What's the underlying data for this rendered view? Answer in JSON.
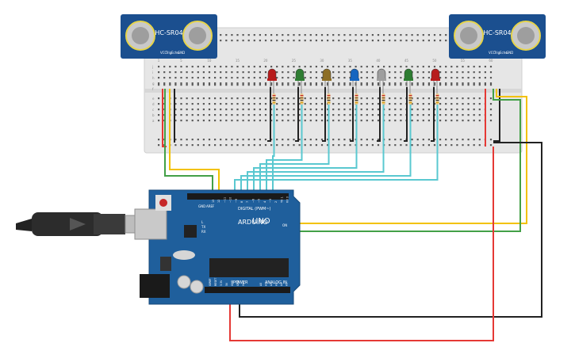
{
  "sensors": [
    {
      "label": "HC-SR04",
      "pins": [
        "VCC",
        "Trig",
        "Echo",
        "GND"
      ]
    },
    {
      "label": "HC-SR04",
      "pins": [
        "VCC",
        "Trig",
        "Echo",
        "GND"
      ]
    }
  ],
  "breadboard": {
    "col_numbers": [
      "1",
      "5",
      "10",
      "15",
      "20",
      "25",
      "30",
      "35",
      "40",
      "45",
      "50",
      "55",
      "60"
    ],
    "row_letters_top": [
      "j",
      "i",
      "h",
      "g",
      "f"
    ],
    "row_letters_bottom": [
      "e",
      "d",
      "c",
      "b",
      "a"
    ]
  },
  "leds": [
    {
      "color": "#b71c1c"
    },
    {
      "color": "#2e7d32"
    },
    {
      "color": "#8d6e25"
    },
    {
      "color": "#1565c0"
    },
    {
      "color": "#9e9e9e"
    },
    {
      "color": "#2e7d32"
    },
    {
      "color": "#b71c1c"
    }
  ],
  "arduino": {
    "brand": "ARDUINO",
    "model": "UNO",
    "digital_label": "DIGITAL (PWM~)",
    "power_label": "POWER",
    "analog_label": "ANALOG IN",
    "aref_label": "AREF",
    "gnd_label": "GND",
    "on_label": "ON",
    "tx_label": "TX",
    "rx_label": "RX",
    "l_label": "L",
    "digital_pins": [
      "13",
      "12",
      "~11",
      "~10",
      "~9",
      "8",
      "7",
      "~6",
      "~5",
      "4",
      "~3",
      "2",
      "TX 1",
      "RX 0"
    ],
    "power_pins": [
      "IOREF",
      "RESET",
      "3.3V",
      "5V",
      "GND",
      "GND",
      "Vin"
    ],
    "analog_pins": [
      "A0",
      "A1",
      "A2",
      "A3",
      "A4",
      "A5"
    ]
  },
  "colors": {
    "board": "#1f5f9c",
    "sensor": "#1b4f8f",
    "wire_red": "#e53935",
    "wire_black": "#222222",
    "wire_yellow": "#f2c200",
    "wire_green": "#43a047",
    "wire_cyan": "#5ac8d0"
  }
}
